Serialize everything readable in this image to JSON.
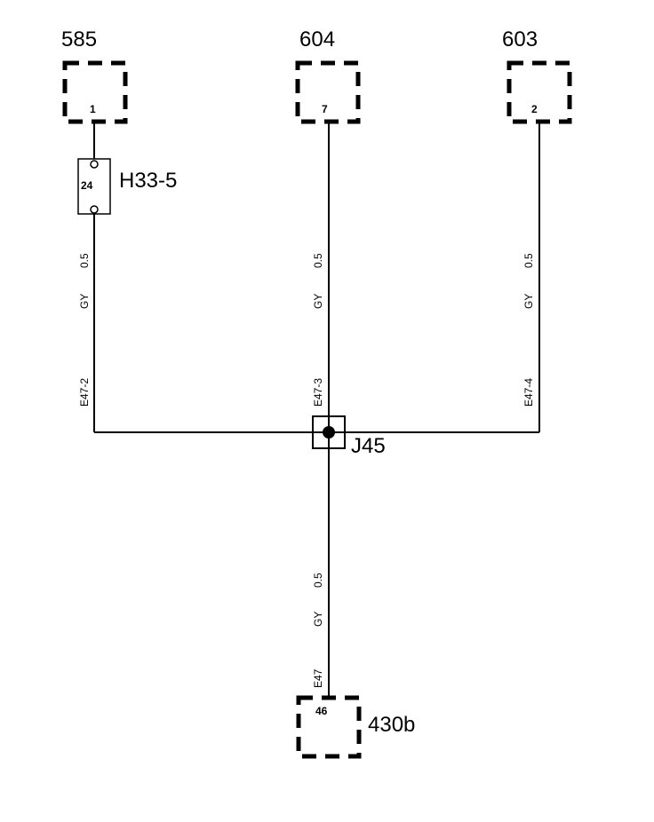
{
  "connectors": {
    "c585": {
      "label": "585",
      "pin": "1"
    },
    "c604": {
      "label": "604",
      "pin": "7"
    },
    "c603": {
      "label": "603",
      "pin": "2"
    },
    "c430b": {
      "label": "430b",
      "pin": "46"
    }
  },
  "fuse": {
    "label": "H33-5",
    "number": "24"
  },
  "splice": {
    "label": "J45"
  },
  "wires": {
    "left": {
      "size": "0.5",
      "color": "GY",
      "id": "E47-2"
    },
    "center": {
      "size": "0.5",
      "color": "GY",
      "id": "E47-3"
    },
    "right": {
      "size": "0.5",
      "color": "GY",
      "id": "E47-4"
    },
    "bottom": {
      "size": "0.5",
      "color": "GY",
      "id": "E47"
    }
  }
}
